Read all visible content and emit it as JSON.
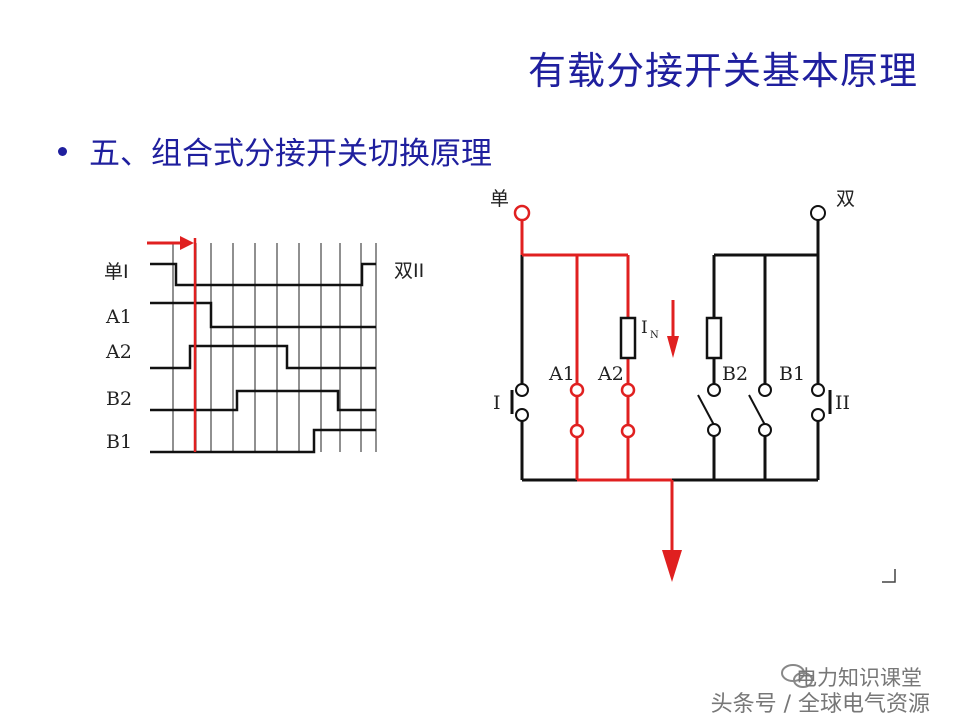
{
  "slide": {
    "title": "有载分接开关基本原理",
    "bullet": "五、组合式分接开关切换原理"
  },
  "timing_diagram": {
    "labels": {
      "single": "单I",
      "double": "双II",
      "a1": "A1",
      "a2": "A2",
      "b2": "B2",
      "b1": "B1"
    }
  },
  "circuit": {
    "labels": {
      "single": "单",
      "double": "双",
      "i_left": "I",
      "ii_right": "II",
      "a1": "A1",
      "a2": "A2",
      "b2": "B2",
      "b1": "B1",
      "i_n_main": "I",
      "i_n_sub": "N"
    }
  },
  "watermark": {
    "line1": "电力知识课堂",
    "line2": "头条号 / 全球电气资源"
  },
  "colors": {
    "title": "#1f1f9e",
    "active": "#e02020",
    "wire": "#111111"
  }
}
